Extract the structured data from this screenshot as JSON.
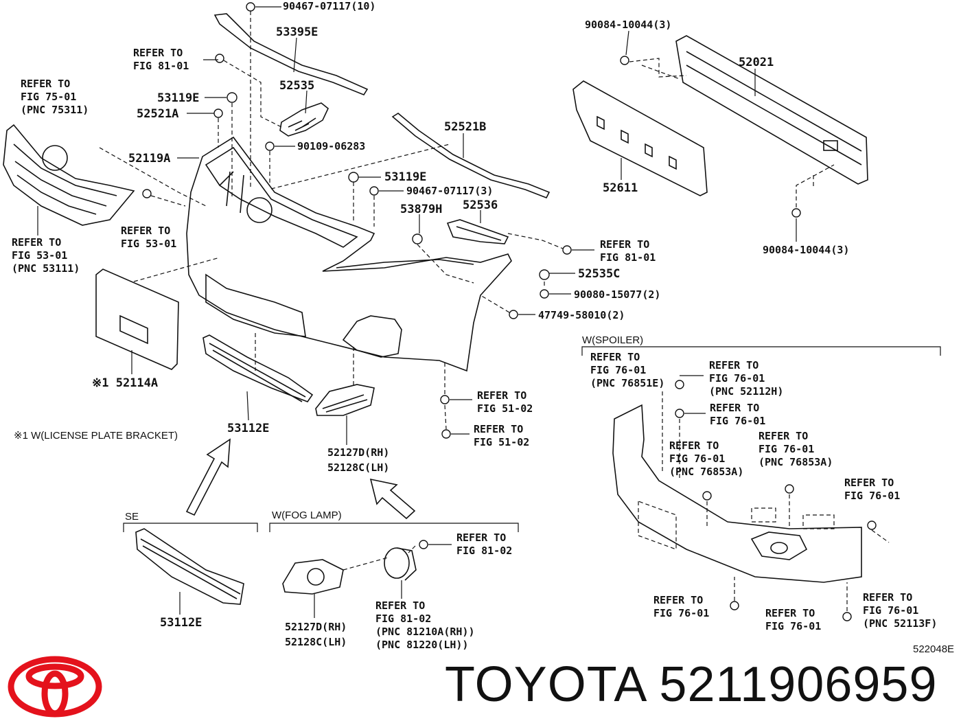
{
  "labels": {
    "l1": "90467-07117(10)",
    "l2": "53395E",
    "l3": "REFER TO",
    "l4": "FIG 81-01",
    "l5": "52535",
    "l6": "53119E",
    "l7": "52521A",
    "l8": "REFER TO",
    "l9": "FIG 75-01",
    "l10": "(PNC 75311)",
    "l11": "90109-06283",
    "l12": "52119A",
    "l13": "52521B",
    "l14": "53119E",
    "l15": "90467-07117(3)",
    "l16": "REFER TO",
    "l17": "FIG 53-01",
    "l18": "53879H",
    "l19": "52536",
    "l20": "REFER TO",
    "l21": "FIG 53-01",
    "l22": "(PNC 53111)",
    "l23": "REFER TO",
    "l24": "FIG 81-01",
    "l25": "52535C",
    "l26": "90080-15077(2)",
    "l27": "47749-58010(2)",
    "l28": "90084-10044(3)",
    "l29": "52021",
    "l30": "52611",
    "l31": "90084-10044(3)",
    "l32": "※1 52114A",
    "l33": "53112E",
    "l34": "※1 W(LICENSE PLATE BRACKET)",
    "l35": "REFER TO",
    "l36": "FIG 51-02",
    "l37": "REFER TO",
    "l38": "FIG 51-02",
    "l39": "52127D(RH)",
    "l40": "52128C(LH)",
    "l41": "SE",
    "l42": "W(FOG LAMP)",
    "l43": "REFER TO",
    "l44": "FIG 81-02",
    "l45": "53112E",
    "l46": "52127D(RH)",
    "l47": "52128C(LH)",
    "l48": "REFER TO",
    "l49": "FIG 81-02",
    "l50": "(PNC 81210A(RH))",
    "l51": "(PNC 81220(LH))",
    "l52": "W(SPOILER)",
    "l53": "REFER TO",
    "l54": "FIG 76-01",
    "l55": "(PNC 76851E)",
    "l56": "REFER TO",
    "l57": "FIG 76-01",
    "l58": "(PNC 52112H)",
    "l59": "REFER TO",
    "l60": "FIG 76-01",
    "l61": "REFER TO",
    "l62": "FIG 76-01",
    "l63": "(PNC 76853A)",
    "l64": "REFER TO",
    "l65": "FIG 76-01",
    "l66": "(PNC 76853A)",
    "l67": "REFER TO",
    "l68": "FIG 76-01",
    "l69": "REFER TO",
    "l70": "FIG 76-01",
    "l71": "REFER TO",
    "l72": "FIG 76-01",
    "l73": "REFER TO",
    "l74": "FIG 76-01",
    "l75": "(PNC 52113F)",
    "l76": "522048E"
  },
  "footer": {
    "brand_text": "TOYOTA 5211906959",
    "logo_color": "#e4121c"
  }
}
